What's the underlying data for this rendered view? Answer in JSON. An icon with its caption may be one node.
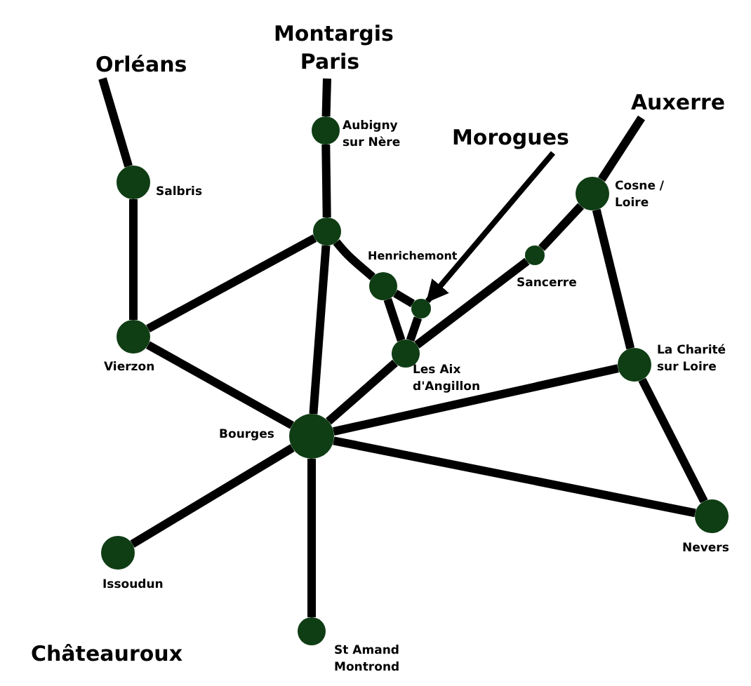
{
  "diagram": {
    "nodes": [
      {
        "text": [
          "Orléans"
        ]
      },
      {
        "text": [
          "Montargis Paris"
        ]
      },
      {
        "text": [
          "Auxerre"
        ]
      },
      {
        "text": [
          "Morogues"
        ]
      },
      {
        "text": [],
        "shape": "circle",
        "beside": [
          "Salbris"
        ]
      },
      {
        "text": [],
        "shape": "circle",
        "beside": [
          "Vierzon"
        ]
      },
      {
        "text": [],
        "shape": "circle",
        "beside": [
          "Aubigny sur Nère"
        ]
      },
      {
        "text": [],
        "shape": "circle"
      },
      {
        "text": [],
        "shape": "circle",
        "beside": [
          "Henrichemont"
        ]
      },
      {
        "text": [],
        "shape": "circle"
      },
      {
        "text": [],
        "shape": "circle",
        "beside": [
          "Les Aix d'Angillon"
        ]
      },
      {
        "text": [],
        "shape": "circle",
        "beside": [
          "Sancerre"
        ]
      },
      {
        "text": [],
        "shape": "circle",
        "beside": [
          "Cosne / Loire"
        ]
      },
      {
        "text": [],
        "shape": "circle",
        "beside": [
          "La Charité sur Loire"
        ]
      },
      {
        "text": [],
        "shape": "circle",
        "beside": [
          "Bourges"
        ]
      },
      {
        "text": [],
        "shape": "circle",
        "beside": [
          "Issoudun"
        ]
      },
      {
        "text": [],
        "shape": "circle",
        "beside": [
          "St Amand Montrond"
        ]
      },
      {
        "text": [],
        "shape": "circle",
        "beside": [
          "Nevers"
        ]
      }
    ],
    "edges": [
      {
        "from": 0,
        "to": 4,
        "arrow": "none"
      },
      {
        "from": 4,
        "to": 5,
        "arrow": "none"
      },
      {
        "from": 5,
        "to": 7,
        "arrow": "none"
      },
      {
        "from": 5,
        "to": 14,
        "arrow": "none"
      },
      {
        "from": 1,
        "to": 6,
        "arrow": "none"
      },
      {
        "from": 6,
        "to": 7,
        "arrow": "none"
      },
      {
        "from": 7,
        "to": 14,
        "arrow": "none"
      },
      {
        "from": 14,
        "to": 16,
        "arrow": "none"
      },
      {
        "from": 7,
        "to": 8,
        "arrow": "none"
      },
      {
        "from": 8,
        "to": 9,
        "arrow": "none"
      },
      {
        "from": 8,
        "to": 10,
        "arrow": "none"
      },
      {
        "from": 9,
        "to": 10,
        "arrow": "none"
      },
      {
        "from": 14,
        "to": 10,
        "arrow": "none"
      },
      {
        "from": 10,
        "to": 11,
        "arrow": "none"
      },
      {
        "from": 11,
        "to": 12,
        "arrow": "none"
      },
      {
        "from": 12,
        "to": 2,
        "arrow": "none"
      },
      {
        "from": 12,
        "to": 13,
        "arrow": "none"
      },
      {
        "from": 13,
        "to": 17,
        "arrow": "none"
      },
      {
        "from": 14,
        "to": 13,
        "arrow": "none"
      },
      {
        "from": 14,
        "to": 17,
        "arrow": "none"
      },
      {
        "from": 14,
        "to": 15,
        "arrow": "none"
      },
      {
        "from": 3,
        "to": 9,
        "arrow": "to"
      }
    ],
    "labels": [
      "Châteauroux"
    ]
  }
}
